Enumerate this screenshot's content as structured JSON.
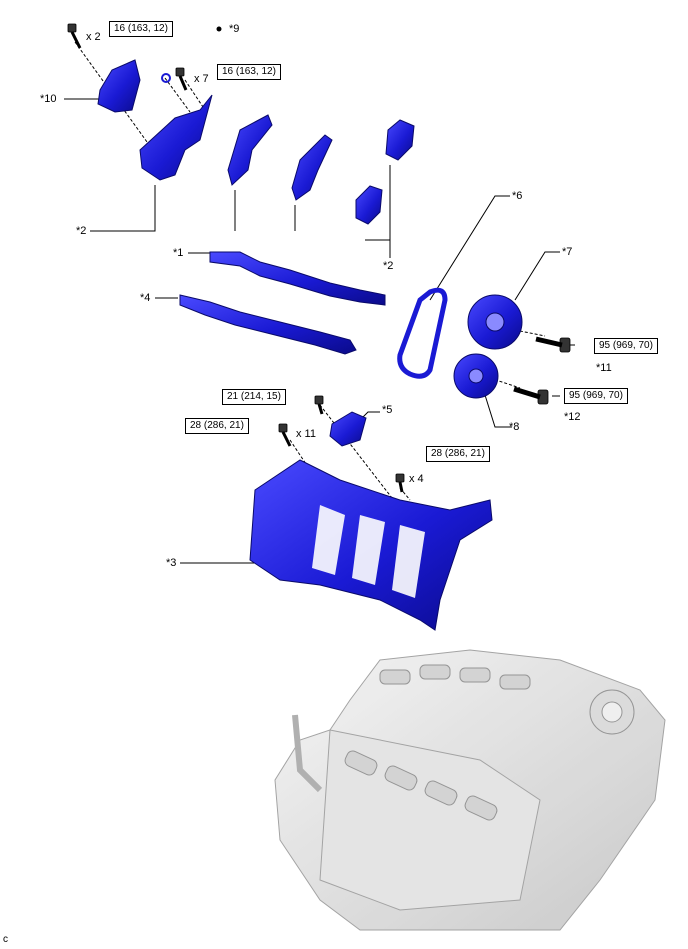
{
  "colors": {
    "part_blue": "#1a1ad4",
    "part_dark": "#0a0a8a",
    "part_light": "#4a4aff",
    "engine_gray": "#d6d6d6"
  },
  "callouts": {
    "c1": "*1",
    "c2a": "*2",
    "c2b": "*2",
    "c3": "*3",
    "c4": "*4",
    "c5": "*5",
    "c6": "*6",
    "c7": "*7",
    "c8": "*8",
    "c9": "*9",
    "c10": "*10",
    "c11": "*11",
    "c12": "*12"
  },
  "torque_boxes": {
    "bolt_top_left": "16 (163, 12)",
    "bolt_top_mid": "16 (163, 12)",
    "small_bolt": "21 (214, 15)",
    "housing_left": "28 (286, 21)",
    "housing_right": "28 (286, 21)",
    "upper_gear": "95 (969, 70)",
    "lower_gear": "95 (969, 70)"
  },
  "quantities": {
    "q_top_left": "x 2",
    "q_top_mid": "x 7",
    "q_left": "x 11",
    "q_right": "x 4"
  },
  "corner_letter": "c",
  "icons": {
    "non_reusable": "filled-dot"
  }
}
